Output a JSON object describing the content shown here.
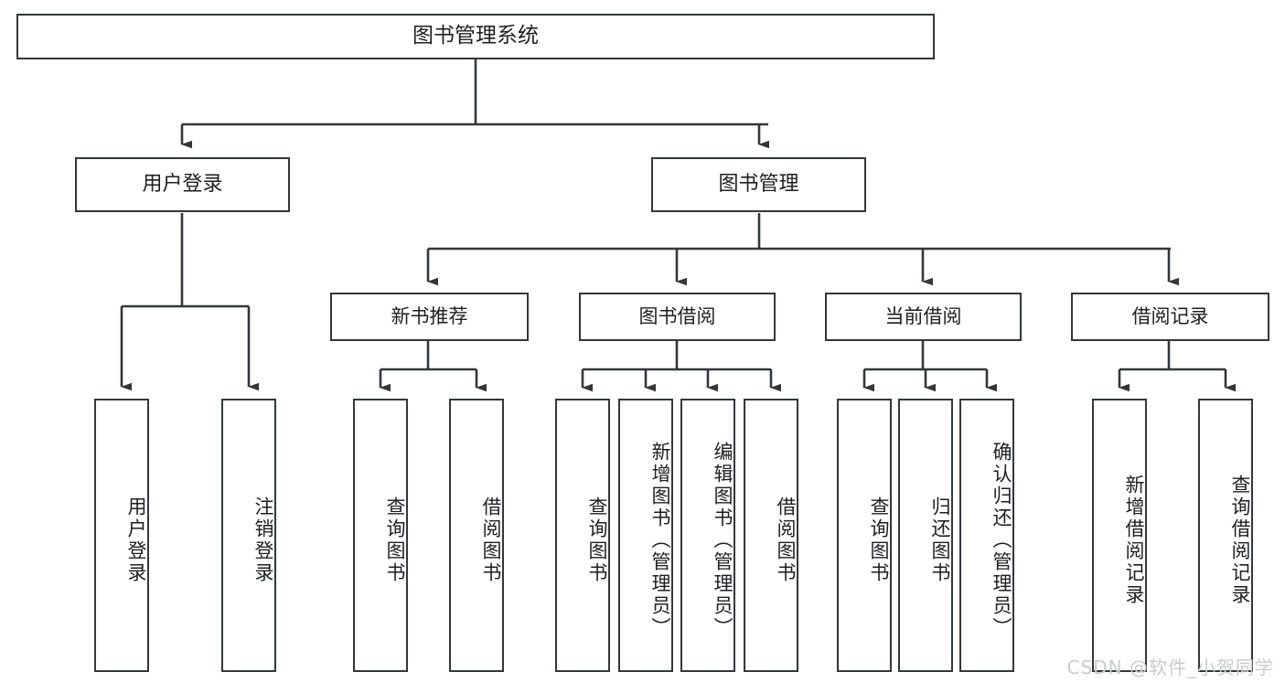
{
  "diagram": {
    "title": "图书管理系统",
    "type": "tree",
    "root": {
      "label": "图书管理系统"
    },
    "level1": [
      {
        "label": "用户登录"
      },
      {
        "label": "图书管理"
      }
    ],
    "level2": [
      {
        "label": "新书推荐"
      },
      {
        "label": "图书借阅"
      },
      {
        "label": "当前借阅"
      },
      {
        "label": "借阅记录"
      }
    ],
    "leaves": {
      "user_login": [
        {
          "label": "用户登录"
        },
        {
          "label": "注销登录"
        }
      ],
      "new_book_recommend": [
        {
          "label": "查询图书"
        },
        {
          "label": "借阅图书"
        }
      ],
      "book_borrow": [
        {
          "label": "查询图书"
        },
        {
          "label": "新增图书（管理员）"
        },
        {
          "label": "编辑图书（管理员）"
        },
        {
          "label": "借阅图书"
        }
      ],
      "current_borrow": [
        {
          "label": "查询图书"
        },
        {
          "label": "归还图书"
        },
        {
          "label": "确认归还（管理员）"
        }
      ],
      "borrow_record": [
        {
          "label": "新增借阅记录"
        },
        {
          "label": "查询借阅记录"
        }
      ]
    },
    "watermark": "CSDN @软件_小贺同学",
    "colors": {
      "stroke": "#33373b",
      "text": "#1c1f22",
      "background": "#ffffff",
      "watermark": "#c9cbcd"
    }
  }
}
